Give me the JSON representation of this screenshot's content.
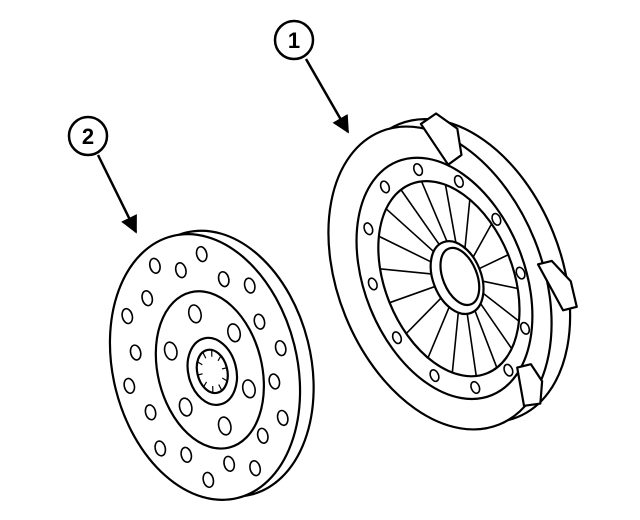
{
  "callouts": [
    {
      "label": "1",
      "part": "pressure-plate"
    },
    {
      "label": "2",
      "part": "clutch-disc"
    }
  ],
  "colors": {
    "ink": "#000000",
    "paper": "#ffffff"
  }
}
